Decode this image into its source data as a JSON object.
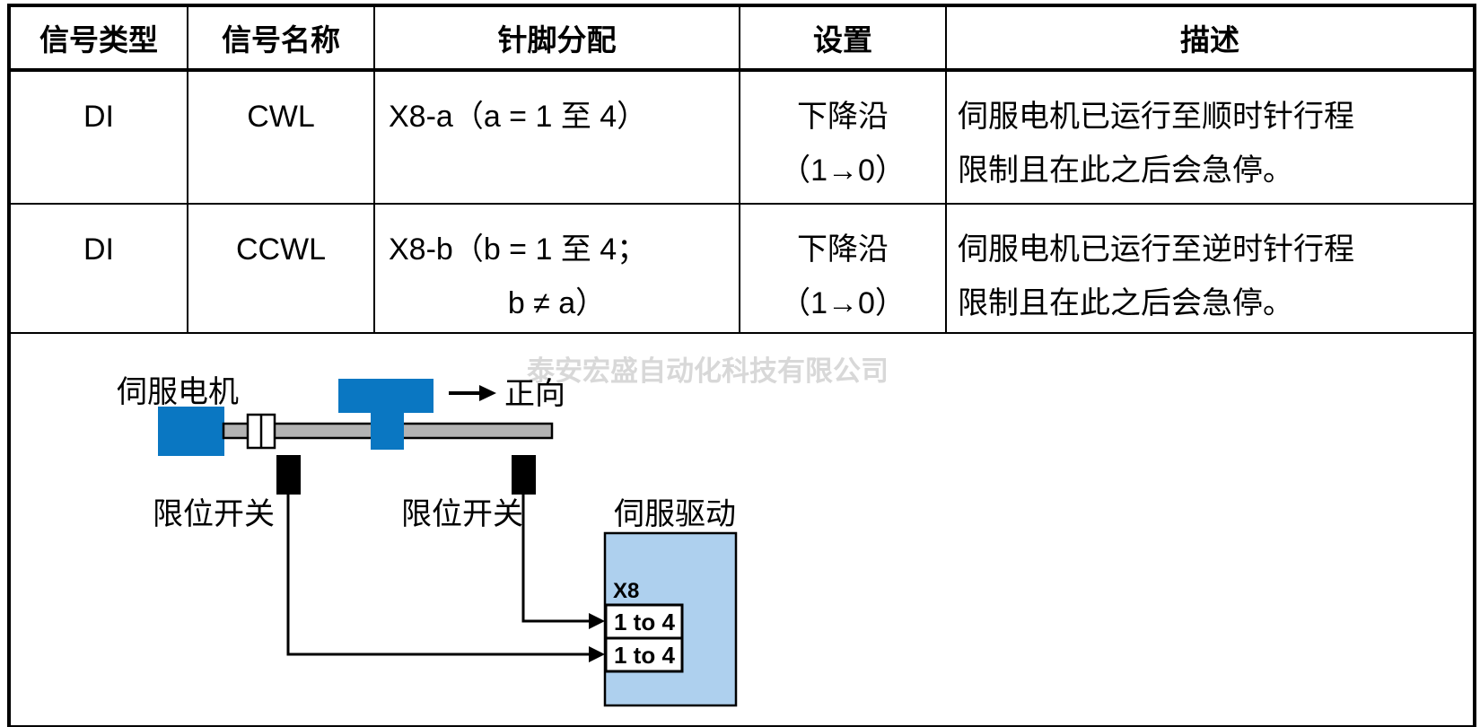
{
  "table": {
    "headers": {
      "signal_type": "信号类型",
      "signal_name": "信号名称",
      "pin_assignment": "针脚分配",
      "setting": "设置",
      "description": "描述"
    },
    "rows": [
      {
        "signal_type": "DI",
        "signal_name": "CWL",
        "pin_line1": "X8-a（a = 1 至 4）",
        "setting_line1": "下降沿",
        "setting_line2": "（1→0）",
        "desc_line1": "伺服电机已运行至顺时针行程",
        "desc_line2": "限制且在此之后会急停。"
      },
      {
        "signal_type": "DI",
        "signal_name": "CCWL",
        "pin_line1": "X8-b（b = 1 至 4；",
        "pin_line2": "b ≠ a）",
        "setting_line1": "下降沿",
        "setting_line2": "（1→0）",
        "desc_line1": "伺服电机已运行至逆时针行程",
        "desc_line2": "限制且在此之后会急停。"
      }
    ]
  },
  "diagram": {
    "watermark": "泰安宏盛自动化科技有限公司",
    "servo_motor_label": "伺服电机",
    "forward_label": "正向",
    "limit_switch_left_label": "限位开关",
    "limit_switch_right_label": "限位开关",
    "servo_drive_label": "伺服驱动",
    "connector_label": "X8",
    "pin_range_top": "1 to 4",
    "pin_range_bottom": "1 to 4",
    "colors": {
      "motor_blue": "#0a77c2",
      "drive_fill": "#aed0ee",
      "shaft_gray": "#b3b3b3",
      "watermark_gray": "#d8d8d8"
    }
  }
}
